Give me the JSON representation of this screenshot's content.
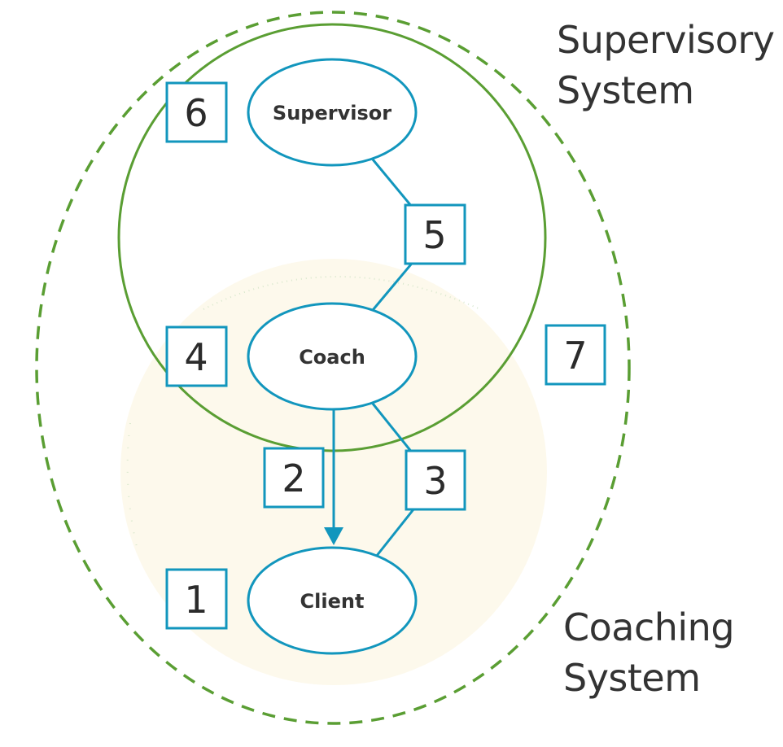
{
  "colors": {
    "teal": "#1296bd",
    "green": "#5a9e33",
    "cream": "#fdf9ec",
    "text": "#333333"
  },
  "systems": {
    "supervisory": {
      "line1": "Supervisory",
      "line2": "System",
      "boundary": "solid-circle"
    },
    "coaching": {
      "line1": "Coaching",
      "line2": "System",
      "boundary": "shaded-circle"
    },
    "outer": {
      "boundary": "dashed-ellipse"
    }
  },
  "nodes": {
    "supervisor": "Supervisor",
    "coach": "Coach",
    "client": "Client"
  },
  "numbers": {
    "n1": "1",
    "n2": "2",
    "n3": "3",
    "n4": "4",
    "n5": "5",
    "n6": "6",
    "n7": "7"
  },
  "connections": [
    {
      "from": "Supervisor",
      "to": "Coach",
      "label": "5",
      "type": "line"
    },
    {
      "from": "Coach",
      "to": "Client",
      "label": "2",
      "type": "arrow"
    },
    {
      "from": "Coach",
      "to": "Client",
      "label": "3",
      "type": "line"
    }
  ]
}
